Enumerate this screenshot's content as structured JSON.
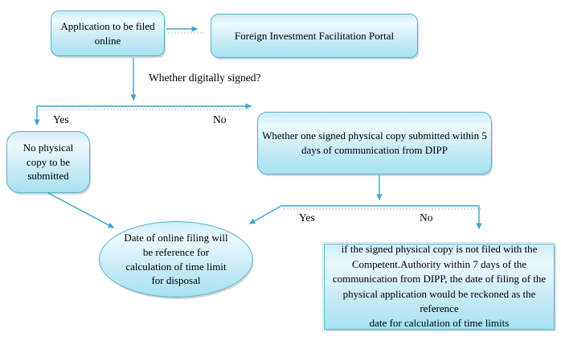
{
  "flowchart": {
    "nodes": {
      "application": "Application to be filed\nonline",
      "portal": "Foreign Investment Facilitation Portal",
      "no_physical_copy": "No physical\ncopy to be\nsubmitted",
      "physical_copy_question": "Whether one signed physical copy submitted within 5\ndays of communication from DIPP",
      "online_filing_reference": "Date of online filing will\nbe reference for\ncalculation of time limit\nfor disposal",
      "physical_filing_reference": "if the signed physical copy is not filed with the\nCompetent.Authority within 7 days of the\ncommunication from DIPP, the date of filing of the\nphysical application would be reckoned as the reference\ndate for calculation of time limits"
    },
    "labels": {
      "digitally_signed_question": "Whether digitally signed?",
      "yes_1": "Yes",
      "no_1": "No",
      "yes_2": "Yes",
      "no_2": "No"
    },
    "colors": {
      "node_border": "#58b2cf",
      "node_fill_top": "#ecfafd",
      "node_fill_bottom": "#a7e1f2",
      "connector": "#3ba7c9",
      "text": "#000000",
      "background": "#ffffff"
    }
  }
}
